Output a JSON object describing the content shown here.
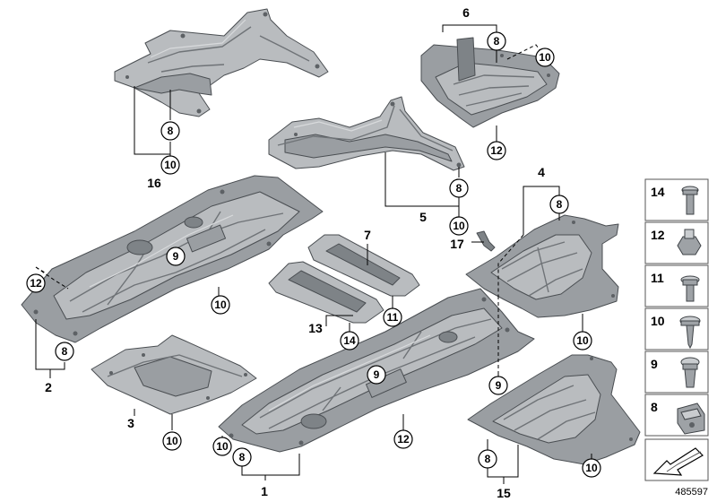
{
  "diagram": {
    "doc_id": "485597",
    "reference_numbers": [
      "1",
      "2",
      "3",
      "4",
      "5",
      "6",
      "7",
      "13",
      "15",
      "16",
      "17"
    ],
    "callouts": [
      "8",
      "9",
      "10",
      "11",
      "12",
      "14"
    ],
    "legend": [
      {
        "label": "14",
        "icon": "torx-bolt-icon"
      },
      {
        "label": "12",
        "icon": "hex-nut-icon"
      },
      {
        "label": "11",
        "icon": "flange-bolt-icon"
      },
      {
        "label": "10",
        "icon": "self-tapping-screw-icon"
      },
      {
        "label": "9",
        "icon": "expanding-rivet-icon"
      },
      {
        "label": "8",
        "icon": "clip-nut-icon"
      }
    ],
    "direction_arrow": "front-direction-arrow-icon"
  }
}
